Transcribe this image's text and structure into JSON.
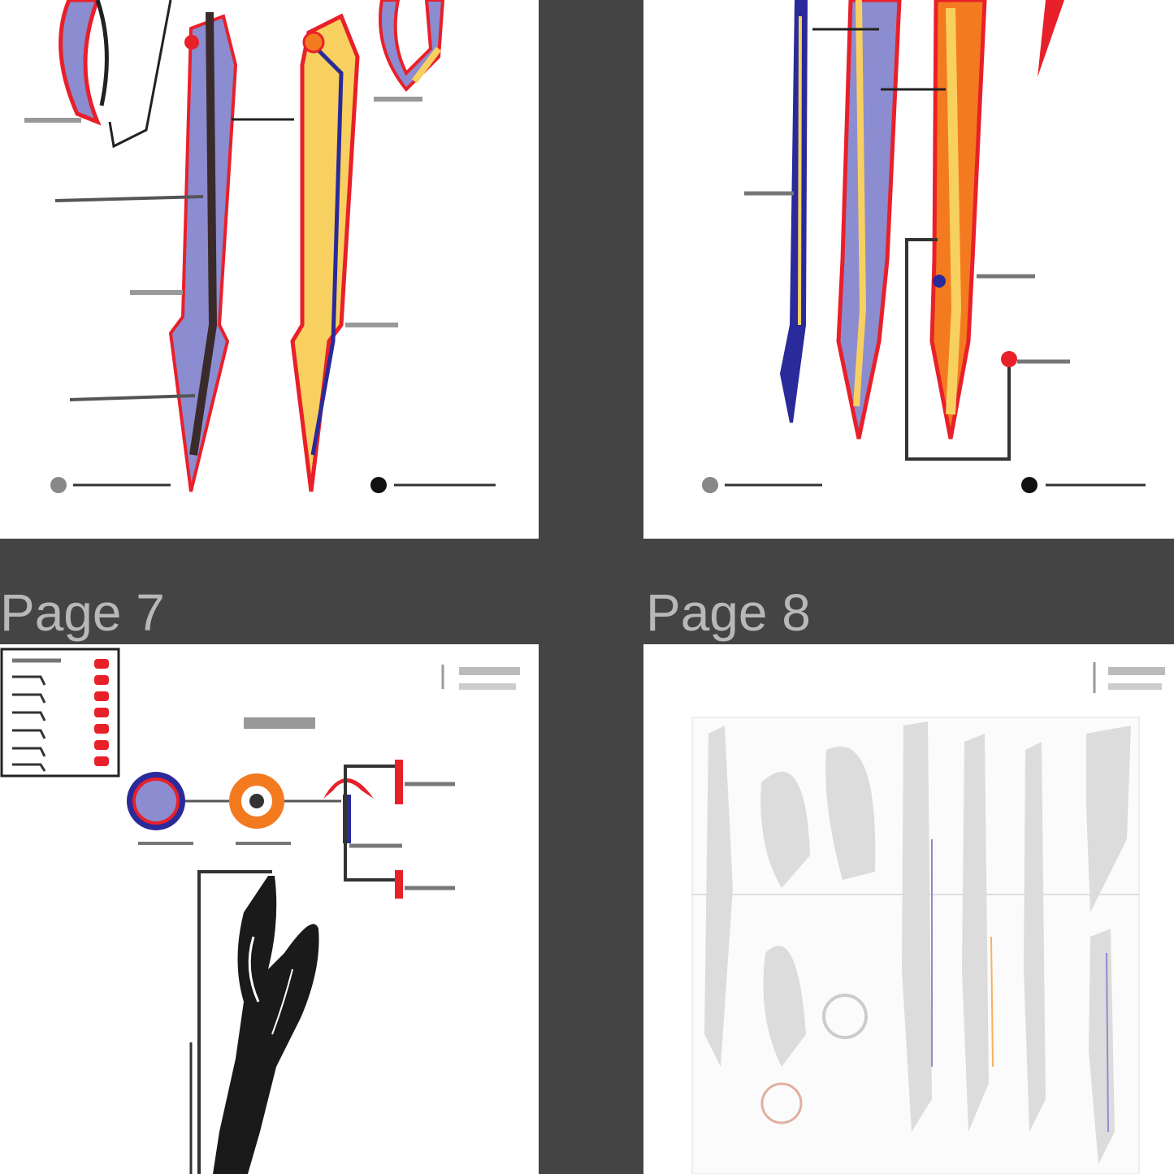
{
  "viewer": {
    "background_color": "#444444",
    "pages": [
      {
        "id": "page-5",
        "label": "",
        "thumbnail": "weapon-diagram-blue-parts"
      },
      {
        "id": "page-6",
        "label": "",
        "thumbnail": "weapon-diagram-orange-parts"
      },
      {
        "id": "page-7",
        "label": "Page 7",
        "thumbnail": "assembly-diagram-with-parts-list"
      },
      {
        "id": "page-8",
        "label": "Page 8",
        "thumbnail": "grey-cutout-template-sheet"
      }
    ]
  },
  "colors": {
    "accent_red": "#e8202a",
    "accent_blue": "#2a2a9a",
    "part_lavender": "#8c8cd0",
    "part_orange": "#f47a20",
    "part_yellow": "#f8d060",
    "template_grey": "#dcdcdc",
    "label_grey": "#b8b8b8"
  }
}
